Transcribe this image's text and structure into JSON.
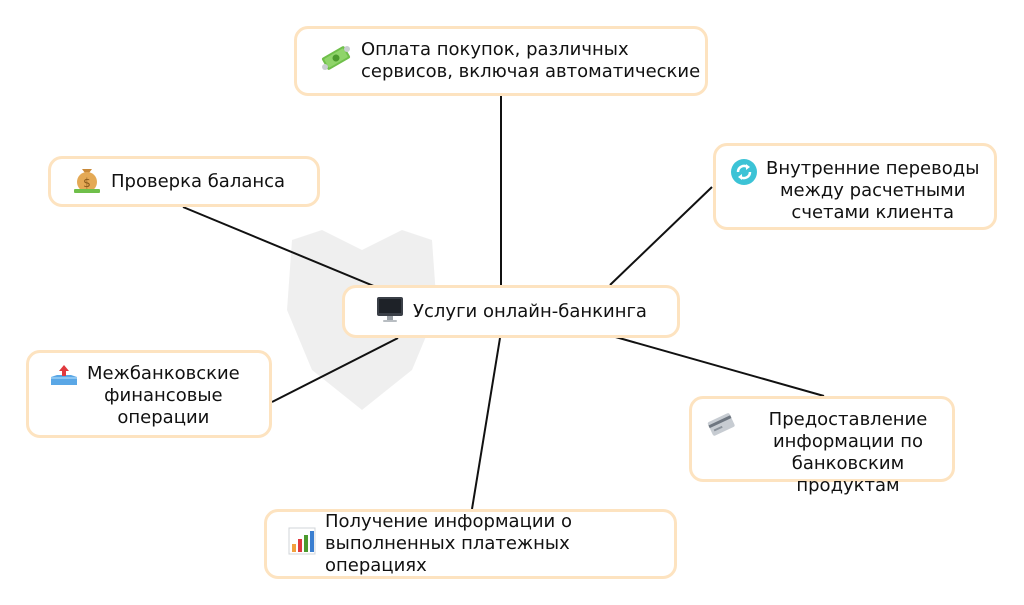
{
  "center": {
    "label": "Услуги онлайн-банкинга",
    "icon": "computer-monitor-icon"
  },
  "nodes": {
    "payments": {
      "label": "Оплата покупок, различных\nсервисов, включая автоматические",
      "icon": "money-banknotes-icon"
    },
    "balance": {
      "label": "Проверка баланса",
      "icon": "money-bag-icon"
    },
    "transfers": {
      "label": "Внутренние переводы\nмежду расчетными\nсчетами клиента",
      "icon": "refresh-arrows-icon"
    },
    "interbank": {
      "label": "Межбанковские\nфинансовые\nоперации",
      "icon": "outbox-tray-icon"
    },
    "products": {
      "label": "Предоставление\nинформации по\nбанковским продуктам",
      "icon": "credit-card-icon"
    },
    "ops": {
      "label": "Получение информации о\nвыполненных платежных операциях",
      "icon": "bar-chart-icon"
    }
  },
  "colors": {
    "node_border": "#fde3c0",
    "line": "#111111",
    "text": "#111111"
  }
}
